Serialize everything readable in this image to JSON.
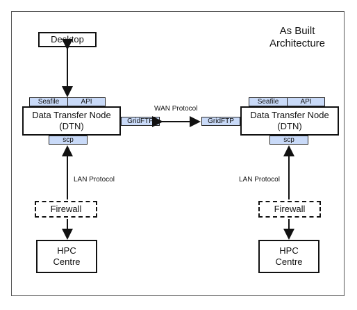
{
  "title": {
    "line1": "As Built",
    "line2": "Architecture"
  },
  "desktop": "Desktop",
  "dtn_left": {
    "line1": "Data Transfer Node",
    "line2": "(DTN)",
    "tag_seafile": "Seafile",
    "tag_api": "API",
    "tag_gridftp": "GridFTP",
    "tag_scp": "scp"
  },
  "dtn_right": {
    "line1": "Data Transfer Node",
    "line2": "(DTN)",
    "tag_seafile": "Seafile",
    "tag_api": "API",
    "tag_gridftp": "GridFTP",
    "tag_scp": "scp"
  },
  "wan_label": "WAN Protocol",
  "lan_left": "LAN Protocol",
  "lan_right": "LAN Protocol",
  "firewall_left": "Firewall",
  "firewall_right": "Firewall",
  "hpc_left": {
    "line1": "HPC",
    "line2": "Centre"
  },
  "hpc_right": {
    "line1": "HPC",
    "line2": "Centre"
  },
  "colors": {
    "tag_fill": "#c9daf8",
    "stroke": "#111111"
  }
}
